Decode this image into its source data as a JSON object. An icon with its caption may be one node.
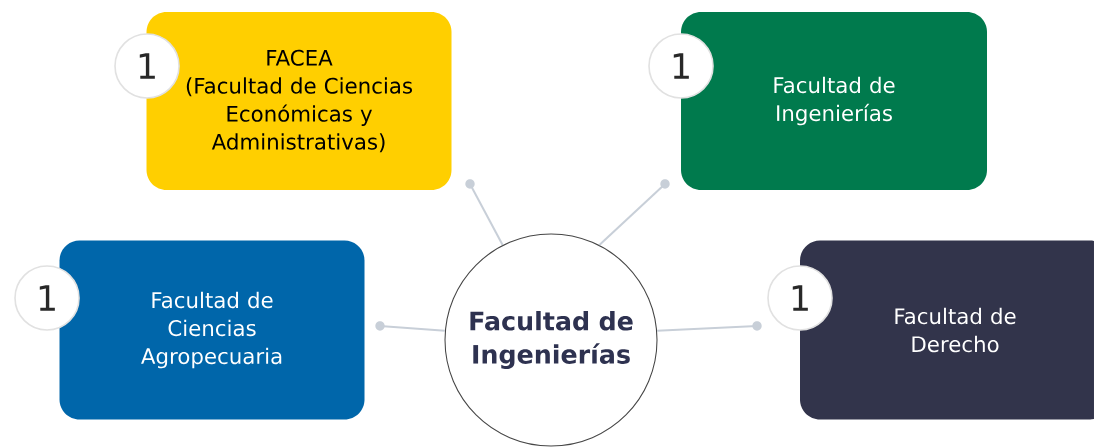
{
  "diagram": {
    "nodes": [
      {
        "text": [
          "FACEA",
          "(Facultad de Ciencias Económicas y Administrativas)"
        ]
      },
      {
        "text": [
          "1"
        ]
      },
      {
        "text": [
          "Facultad de Ingenierías"
        ]
      },
      {
        "text": [
          "1"
        ]
      },
      {
        "text": [
          "Facultad de Ciencias Agropecuaria"
        ]
      },
      {
        "text": [
          "1"
        ]
      },
      {
        "text": [
          "Facultad de Ingenierías"
        ]
      },
      {
        "text": [
          "Facultad de Derecho"
        ]
      },
      {
        "text": [
          "1"
        ]
      },
      {
        "text": [],
        "shape": "circle"
      },
      {
        "text": [],
        "shape": "circle"
      },
      {
        "text": [],
        "shape": "circle"
      },
      {
        "text": [],
        "shape": "circle"
      }
    ],
    "edges": [
      {
        "from": 6,
        "to": 9,
        "arrow": "none"
      },
      {
        "from": 6,
        "to": 10,
        "arrow": "none"
      },
      {
        "from": 6,
        "to": 11,
        "arrow": "none"
      },
      {
        "from": 6,
        "to": 12,
        "arrow": "none"
      }
    ]
  }
}
